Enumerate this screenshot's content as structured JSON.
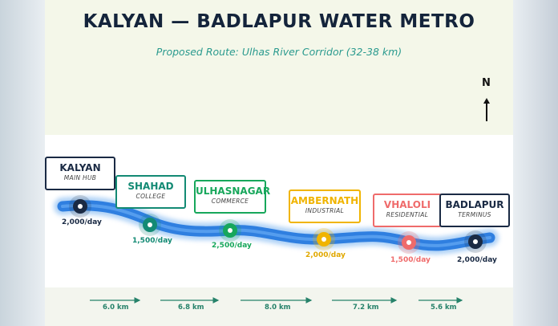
{
  "title": "KALYAN — BADLAPUR WATER METRO",
  "subtitle": "Proposed Route: Ulhas River Corridor (32-38 km)",
  "north": "N",
  "stations": [
    {
      "name": "KALYAN",
      "type": "MAIN HUB",
      "ridership": "2,000/day",
      "color": "#1a2a44"
    },
    {
      "name": "SHAHAD",
      "type": "COLLEGE",
      "ridership": "1,500/day",
      "color": "#138a74"
    },
    {
      "name": "ULHASNAGAR",
      "type": "COMMERCE",
      "ridership": "2,500/day",
      "color": "#17a75b"
    },
    {
      "name": "AMBERNATH",
      "type": "INDUSTRIAL",
      "ridership": "2,000/day",
      "color": "#f0b400"
    },
    {
      "name": "VHALOLI",
      "type": "RESIDENTIAL",
      "ridership": "1,500/day",
      "color": "#ef6b6b"
    },
    {
      "name": "BADLAPUR",
      "type": "TERMINUS",
      "ridership": "2,000/day",
      "color": "#1a2a44"
    }
  ],
  "segments": [
    "6.0 km",
    "6.8 km",
    "8.0 km",
    "7.2 km",
    "5.6 km"
  ],
  "colors": {
    "river": "#2f7fe0",
    "title": "#14243b",
    "subtitle": "#2a9a8e",
    "distance": "#26826a"
  }
}
